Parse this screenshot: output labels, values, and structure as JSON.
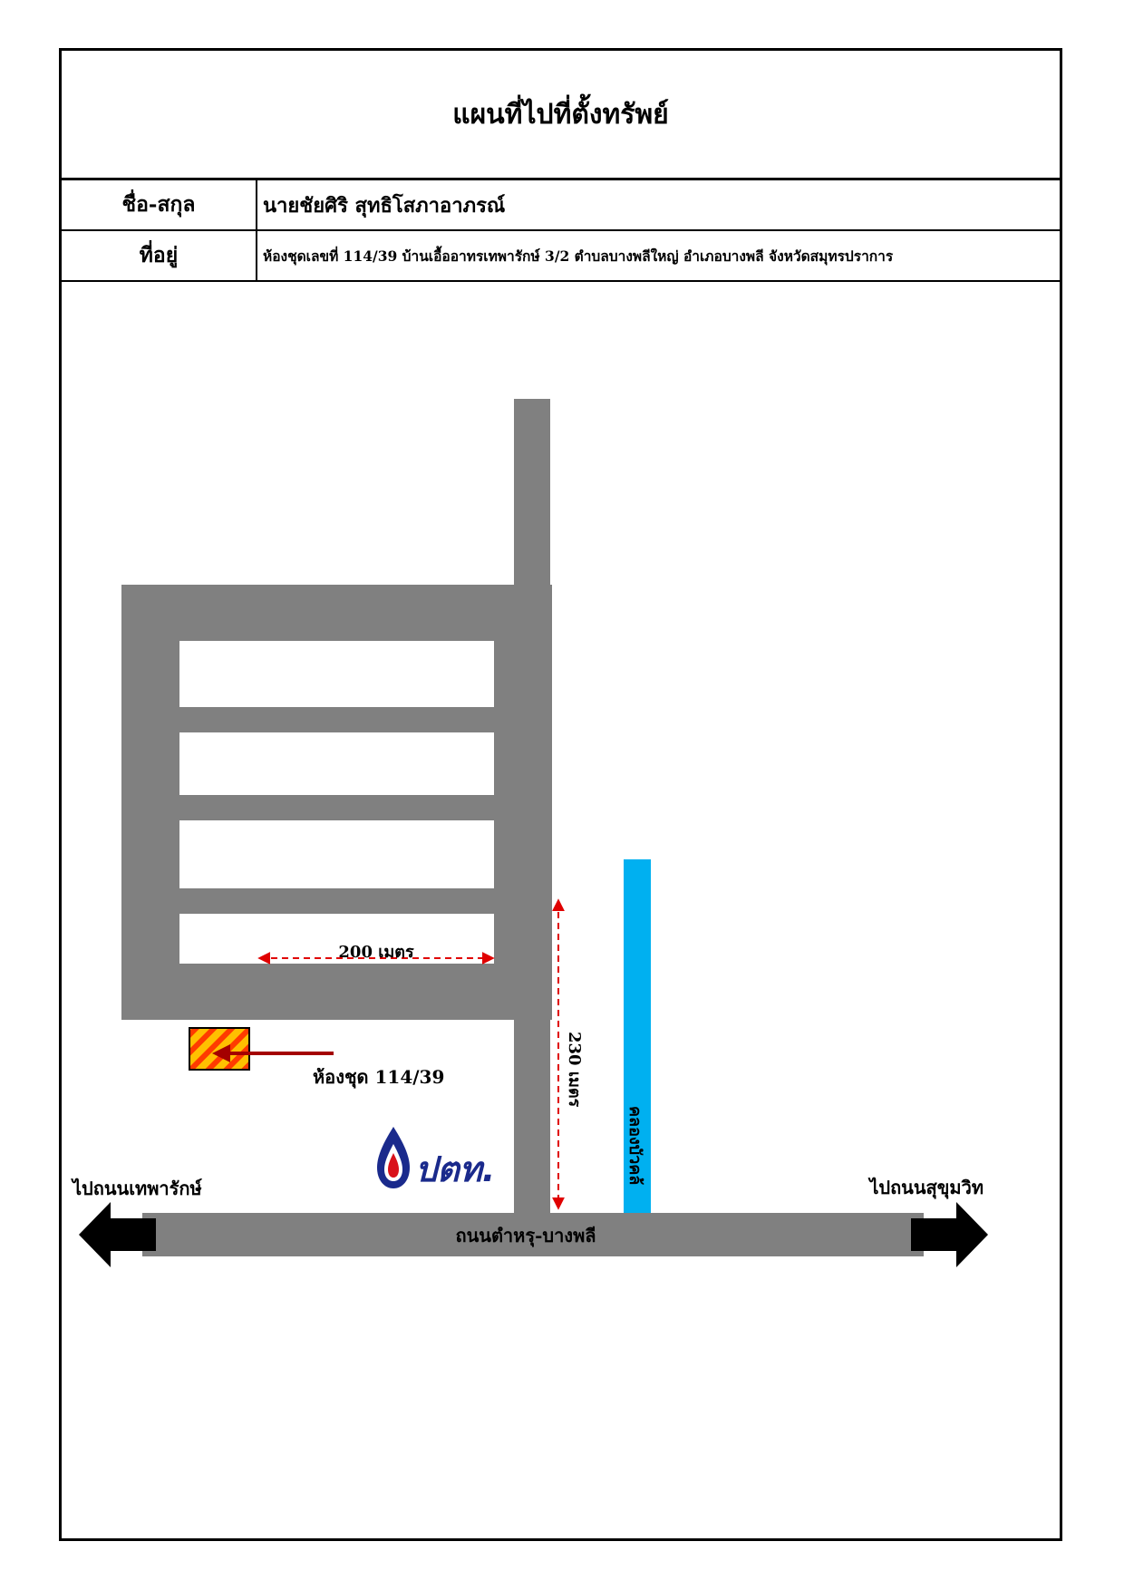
{
  "header": {
    "title": "แผนที่ไปที่ตั้งทรัพย์",
    "name_label": "ชื่อ-สกุล",
    "name_value": "นายชัยศิริ สุทธิโสภาอาภรณ์",
    "address_label": "ที่อยู่",
    "address_value": "ห้องชุดเลขที่ 114/39 บ้านเอื้ออาทรเทพารักษ์ 3/2 ตำบลบางพลีใหญ่ อำเภอบางพลี จังหวัดสมุทรปราการ"
  },
  "map": {
    "main_road_label": "ถนนตำหรุ-บางพลี",
    "left_direction_label": "ไปถนนเทพารักษ์",
    "right_direction_label": "ไปถนนสุขุมวิท",
    "canal_label": "คลองบัวคล้",
    "distance_horizontal_label": "200 เมตร",
    "distance_vertical_label": "230 เมตร",
    "unit_label": "ห้องชุด 114/39",
    "landmark_logo_text": "ปตท.",
    "colors": {
      "road": "#808080",
      "canal": "#00b0f0",
      "arrow_distance": "#e00000",
      "pointer_arrow": "#a40000",
      "unit_fill": "#ffc000",
      "unit_hatch": "#ff3b00",
      "logo_blue": "#1a2a8c",
      "logo_red": "#d9111b"
    },
    "icons": [
      "left-arrow-icon",
      "right-arrow-icon",
      "ptt-logo-icon",
      "unit-marker-icon"
    ]
  }
}
